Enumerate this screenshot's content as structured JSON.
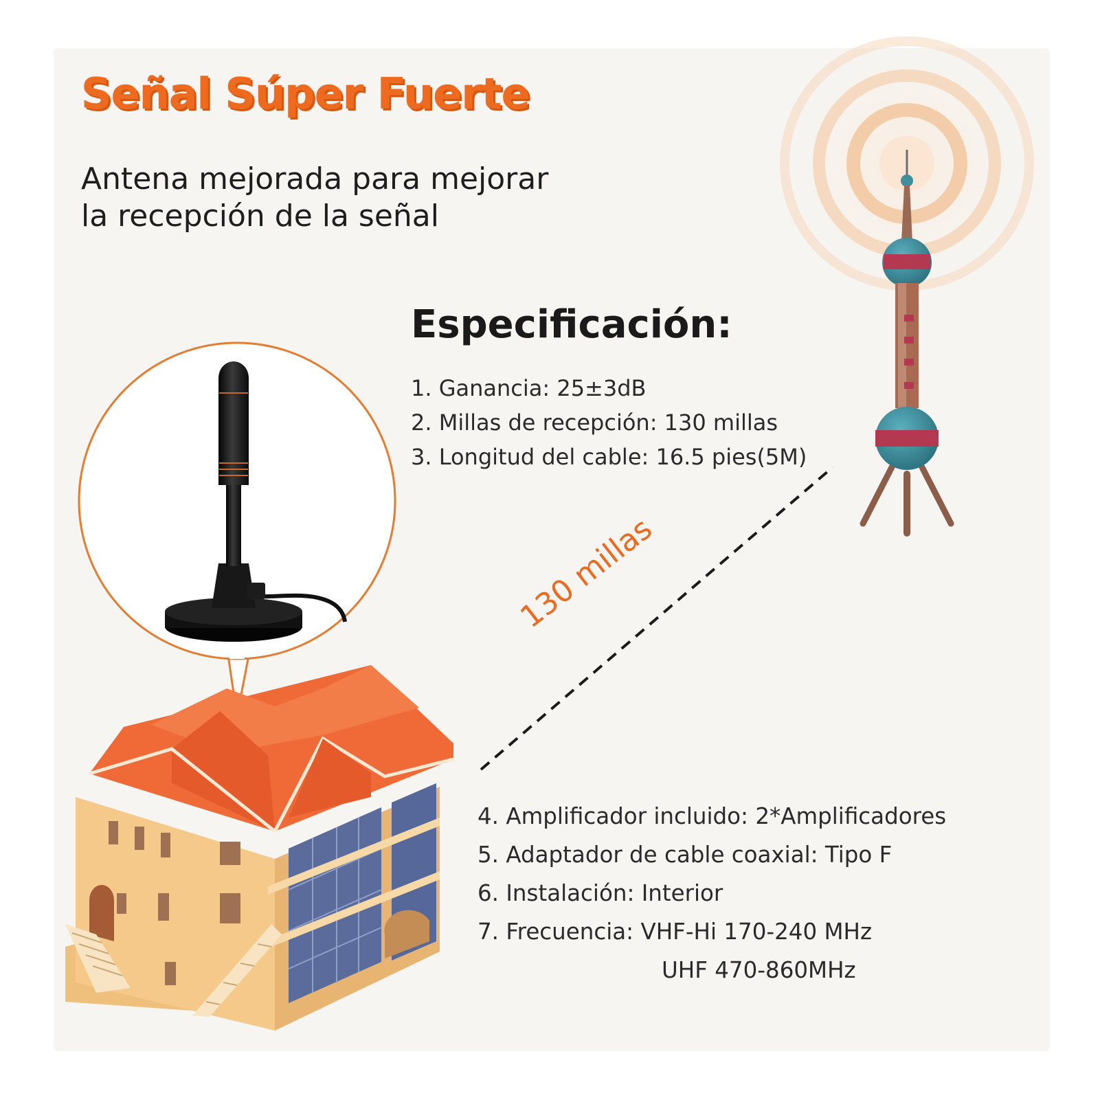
{
  "title": "Señal Súper Fuerte",
  "subtitle": {
    "line1": "Antena mejorada para mejorar",
    "line2": "la recepción de la señal"
  },
  "spec_heading": "Especificación:",
  "specs_top": [
    "1. Ganancia: 25±3dB",
    "2. Millas de recepción: 130 millas",
    "3. Longitud del cable: 16.5 pies(5M)"
  ],
  "specs_bottom": [
    "4. Amplificador incluido: 2*Amplificadores",
    "5. Adaptador de cable coaxial: Tipo F",
    "6. Instalación: Interior",
    "7. Frecuencia: VHF-Hi 170-240 MHz"
  ],
  "specs_bottom_continuation": "UHF 470-860MHz",
  "distance_label": "130 millas",
  "colors": {
    "accent_orange": "#ee6a1e",
    "roof": "#ef6a36",
    "wall": "#f5c98a",
    "window": "#5b6b9c",
    "tower_teal": "#3f8f9f",
    "tower_band": "#b2394f",
    "tower_column": "#a86b52",
    "antenna": "#1a1a1a"
  },
  "icons": [
    "tv-antenna-icon",
    "broadcast-tower-icon",
    "signal-waves-icon",
    "house-illustration"
  ]
}
